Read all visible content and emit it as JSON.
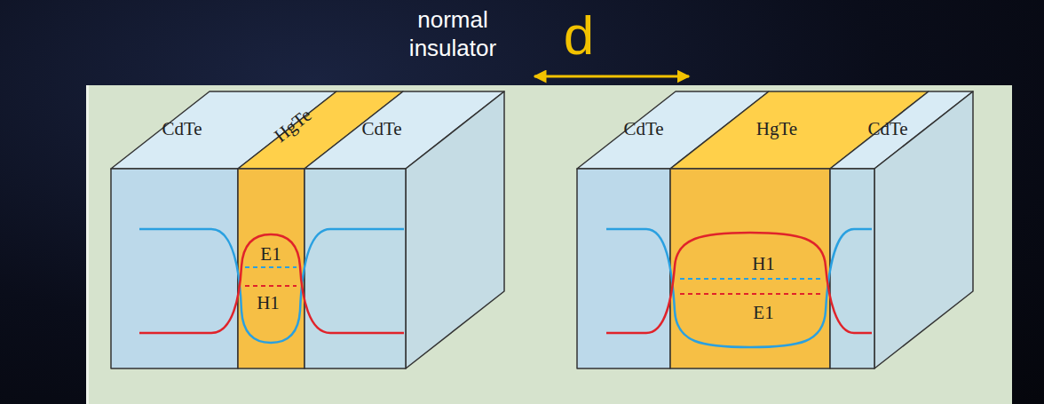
{
  "diagram": {
    "labels": [
      "normal insulator",
      "d",
      "CdTe",
      "HgTe",
      "CdTe",
      "E1",
      "H1",
      "CdTe",
      "HgTe",
      "CdTe",
      "H1",
      "E1"
    ]
  }
}
